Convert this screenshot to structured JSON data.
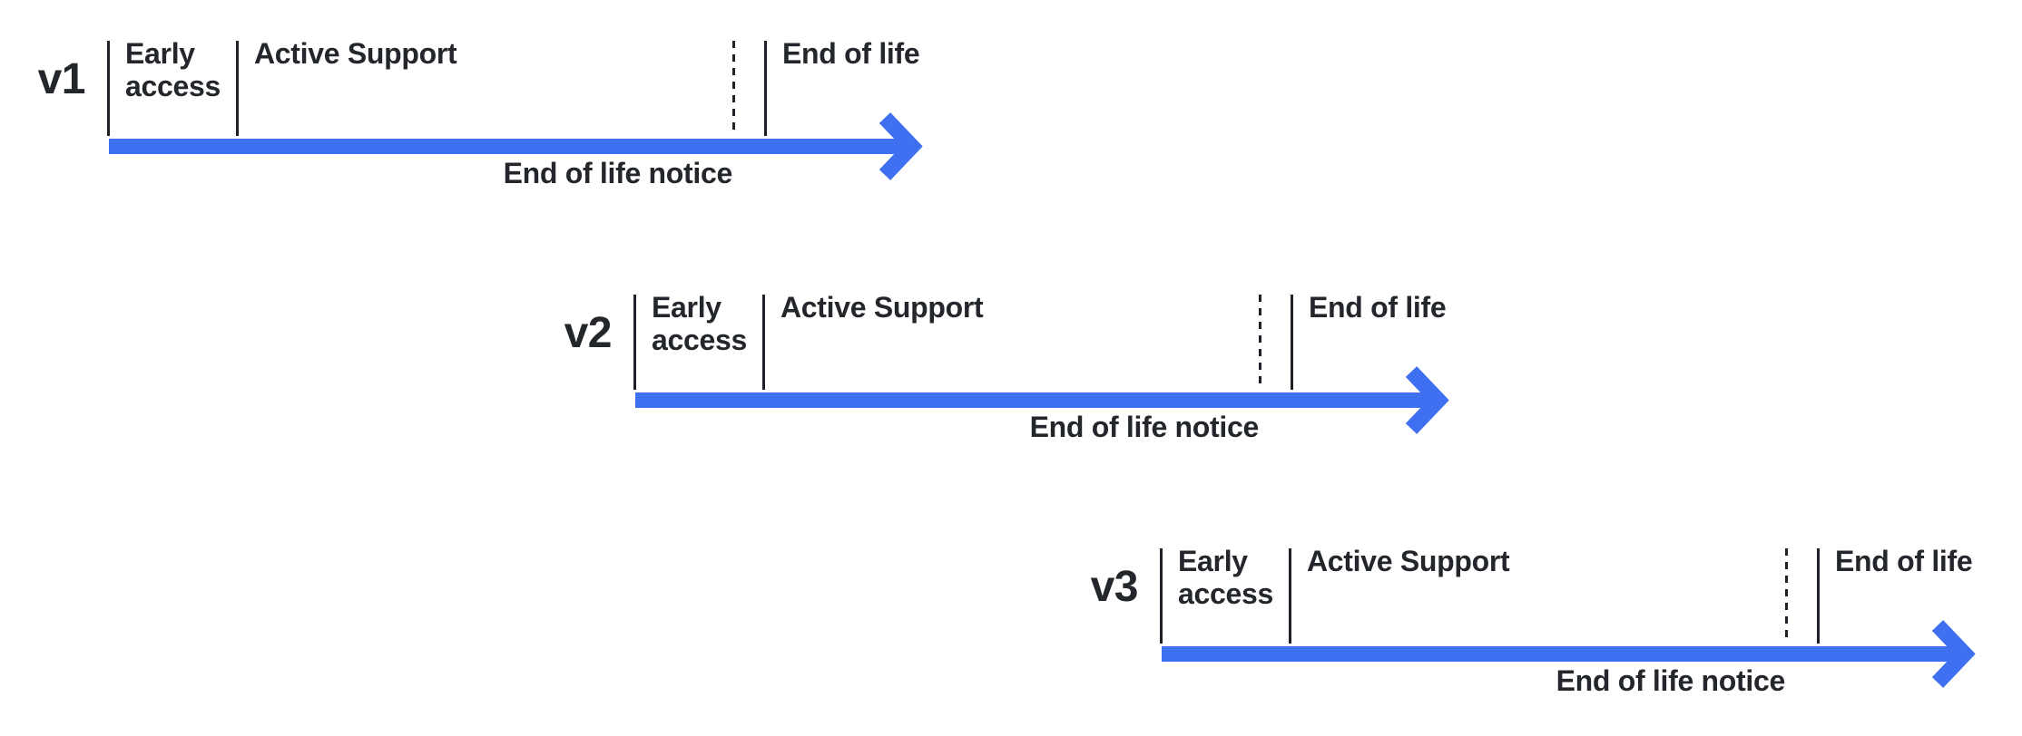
{
  "colors": {
    "arrow": "#4070F2",
    "text": "#23262B",
    "tick": "#1E2127",
    "background": "#FFFFFF"
  },
  "timelines": [
    {
      "version": "v1",
      "early_access_label": "Early access",
      "active_support_label": "Active Support",
      "end_of_life_label": "End of life",
      "notice_label": "End of life notice"
    },
    {
      "version": "v2",
      "early_access_label": "Early access",
      "active_support_label": "Active Support",
      "end_of_life_label": "End of life",
      "notice_label": "End of life notice"
    },
    {
      "version": "v3",
      "early_access_label": "Early access",
      "active_support_label": "Active Support",
      "end_of_life_label": "End of life",
      "notice_label": "End of life notice"
    }
  ]
}
